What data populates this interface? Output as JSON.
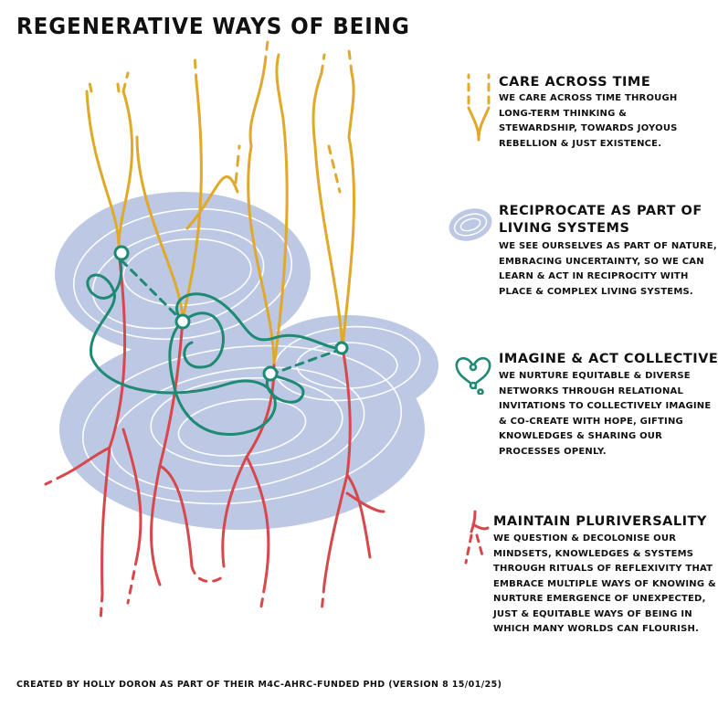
{
  "title": "Regenerative ways of being",
  "colors": {
    "care": "#e0a92a",
    "reciprocate": "#bcc8e4",
    "imagine": "#1e8a74",
    "pluriversality": "#d7484c"
  },
  "legend": [
    {
      "key": "care",
      "icon": "branching-tree-icon",
      "title": "Care across time",
      "lines": [
        "We care across time through",
        "long-term thinking &",
        "stewardship, towards joyous",
        "rebellion & just existence."
      ]
    },
    {
      "key": "reciprocate",
      "icon": "swirl-ellipse-icon",
      "title": "Reciprocate as part of",
      "title2": "living systems",
      "lines": [
        "We see ourselves as part of nature,",
        "embracing uncertainty, so we can",
        "learn & act in reciprocity with",
        "place & complex living systems."
      ]
    },
    {
      "key": "imagine",
      "icon": "heart-network-icon",
      "title": "Imagine & act collectively",
      "lines": [
        "We nurture equitable & diverse",
        "networks through relational",
        "invitations to collectively imagine",
        "& co-create with hope, gifting",
        "knowledges & sharing our",
        "processes openly."
      ]
    },
    {
      "key": "pluriversality",
      "icon": "root-icon",
      "title": "Maintain pluriversality",
      "lines": [
        "We question & decolonise our",
        "mindsets, knowledges & systems",
        "through rituals of reflexivity that",
        "embrace multiple ways of knowing &",
        "nurture emergence of unexpected,",
        "just & equitable ways of being in",
        "which many worlds can flourish."
      ]
    }
  ],
  "credit": "Created by Holly Doron as part of their M4C-AHRC-funded PhD (version 8 15/01/25)"
}
